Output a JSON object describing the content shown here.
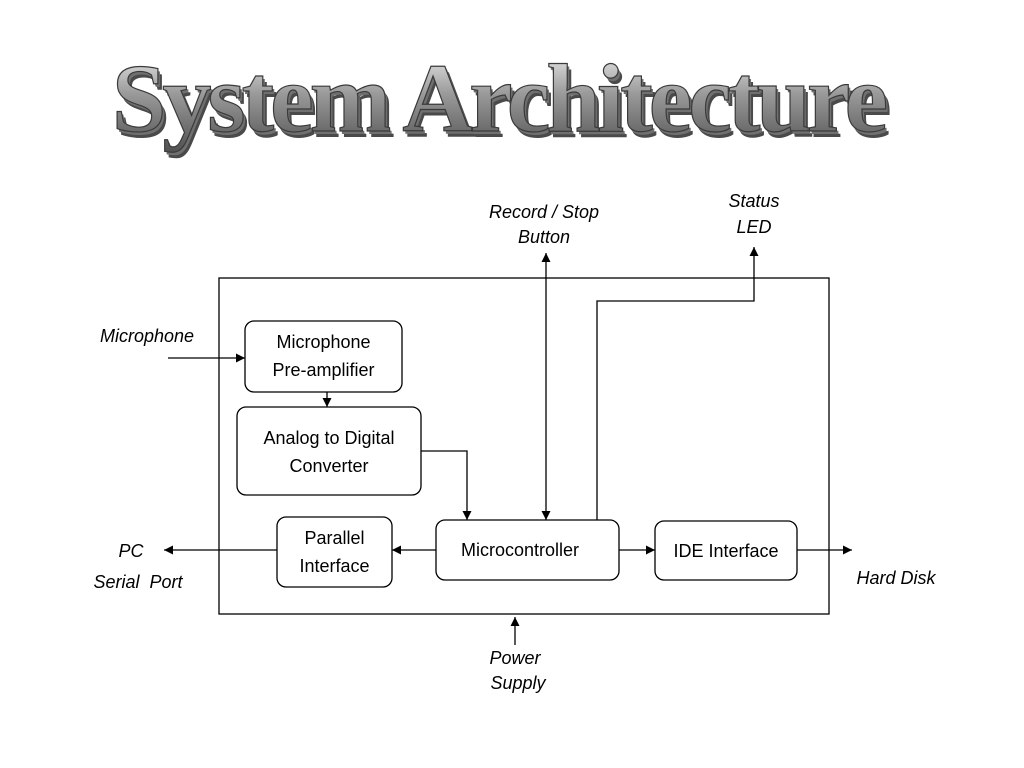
{
  "title": "System Architecture",
  "blocks": {
    "preamp": [
      "Microphone",
      "Pre-amplifier"
    ],
    "adc": [
      "Analog to Digital",
      "Converter"
    ],
    "parallel": [
      "Parallel",
      "Interface"
    ],
    "mcu": [
      "Microcontroller"
    ],
    "ide": [
      "IDE Interface"
    ]
  },
  "externals": {
    "microphone": [
      "Microphone"
    ],
    "record_stop": [
      "Record / Stop",
      "Button"
    ],
    "status_led": [
      "Status",
      "LED"
    ],
    "pc": [
      "PC",
      "Serial  Port"
    ],
    "hard_disk": [
      "Hard Disk"
    ],
    "power": [
      "Power",
      "Supply"
    ]
  }
}
